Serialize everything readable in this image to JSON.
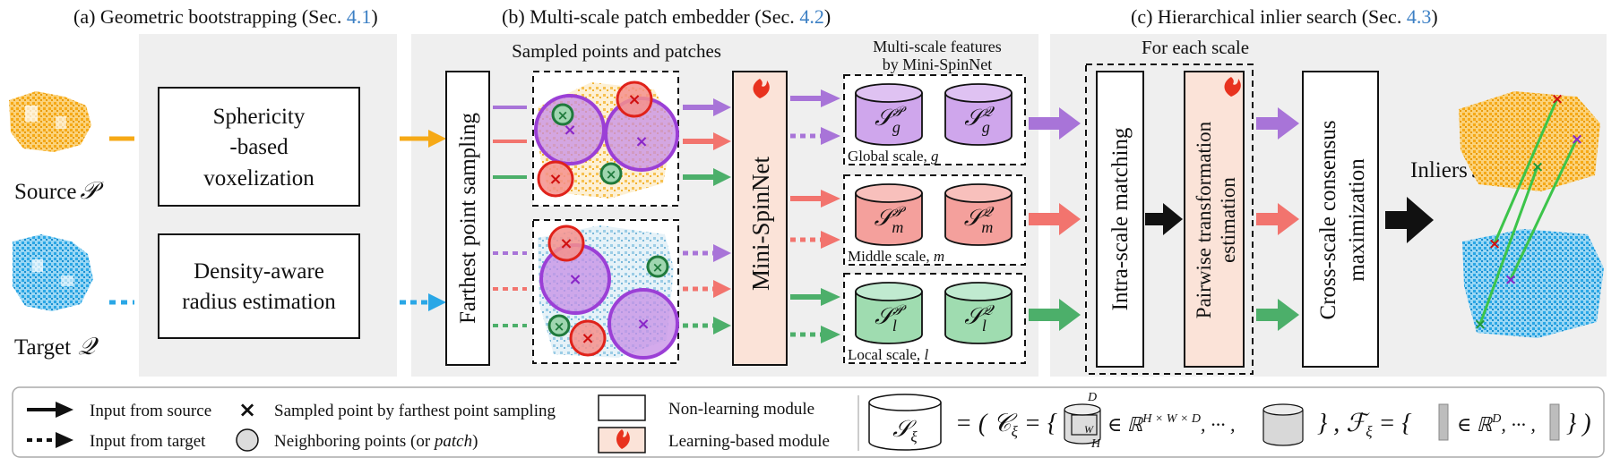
{
  "sections": {
    "a": {
      "prefix": "(a) Geometric bootstrapping (Sec. ",
      "ref": "4.1",
      "suffix": ")"
    },
    "b": {
      "prefix": "(b) Multi-scale patch embedder (Sec. ",
      "ref": "4.2",
      "suffix": ")"
    },
    "c": {
      "prefix": "(c) Hierarchical inlier search (Sec. ",
      "ref": "4.3",
      "suffix": ")"
    }
  },
  "inputs": {
    "source": "Source",
    "source_symbol": "𝒫",
    "target": "Target",
    "target_symbol": "𝒬"
  },
  "bootstrap": {
    "sphericity": [
      "Sphericity",
      "-based",
      "voxelization"
    ],
    "density": [
      "Density-aware",
      "radius estimation"
    ]
  },
  "embedder": {
    "patches_title": "Sampled points and patches",
    "fps": "Farthest point sampling",
    "mini_spinnet": "Mini-SpinNet",
    "features_title": [
      "Multi-scale features",
      "by Mini-SpinNet"
    ],
    "scales": [
      {
        "label": "Global scale, ",
        "symbol": "g",
        "color": "#cfa6ec",
        "stroke": "#9b5fd0"
      },
      {
        "label": "Middle scale, ",
        "symbol": "m",
        "color": "#f4a09c",
        "stroke": "#e0645e"
      },
      {
        "label": "Local scale, ",
        "symbol": "l",
        "color": "#9fdcb0",
        "stroke": "#4caf6a"
      }
    ]
  },
  "search": {
    "for_each_scale": "For each scale",
    "intra": "Intra-scale matching",
    "pairwise": [
      "Pairwise transformation",
      "estimation"
    ],
    "cross": [
      "Cross-scale consensus",
      "maximization"
    ],
    "inliers": "Inliers",
    "inliers_symbol": "ℐ"
  },
  "legend": {
    "source_arrow": "Input from source",
    "target_arrow": "Input from target",
    "sampled_point": "Sampled point by farthest point sampling",
    "neighbor_prefix": "Neighboring points (or ",
    "neighbor_italic": "patch",
    "neighbor_suffix": ")",
    "non_learning": "Non-learning module",
    "learning": "Learning-based module"
  },
  "colors": {
    "source": "#f6a916",
    "target": "#2aa7e6",
    "learning_fill": "#fbe3d8",
    "panel": "#efefef"
  }
}
